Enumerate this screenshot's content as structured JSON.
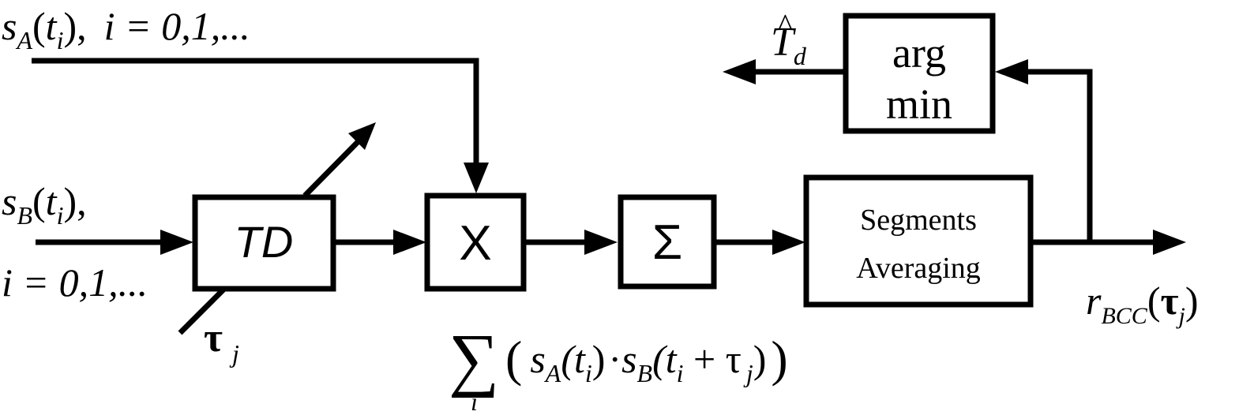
{
  "blocks": {
    "delay": {
      "label": "TD"
    },
    "multiplier": {
      "label": "X"
    },
    "summer": {
      "label": "Σ"
    },
    "averaging": {
      "line1": "Segments",
      "line2": "Averaging"
    },
    "argmin": {
      "line1": "arg",
      "line2": "min"
    }
  },
  "signals": {
    "sa": {
      "base": "s",
      "sub": "A",
      "arg_open": "(",
      "arg_var": "t",
      "arg_sub": "i",
      "arg_close": "),",
      "index": "i = 0,1,..."
    },
    "sb": {
      "base": "s",
      "sub": "B",
      "arg_open": "(",
      "arg_var": "t",
      "arg_sub": "i",
      "arg_close": "),",
      "index": "i = 0,1,..."
    },
    "tau": {
      "base": "τ",
      "sub": "j"
    },
    "td_hat": {
      "base": "T",
      "hat": "^",
      "sub": "d"
    },
    "rbcc": {
      "base": "r",
      "sub": "BCC",
      "arg_open": "(",
      "arg_var": "τ",
      "arg_sub": "j",
      "arg_close": ")"
    }
  },
  "formula": {
    "sum": "∑",
    "sum_index": "i",
    "open": "(",
    "part1_base": "s",
    "part1_sub": "A",
    "part1_arg": "(t",
    "part1_arg_sub": "i",
    "part1_close": ")",
    "dot": "·",
    "part2_base": "s",
    "part2_sub": "B",
    "part2_arg": "(t",
    "part2_arg_sub": "i",
    "part2_plus": " + τ",
    "part2_tau_sub": "j",
    "part2_close": ")",
    "close": ")"
  }
}
